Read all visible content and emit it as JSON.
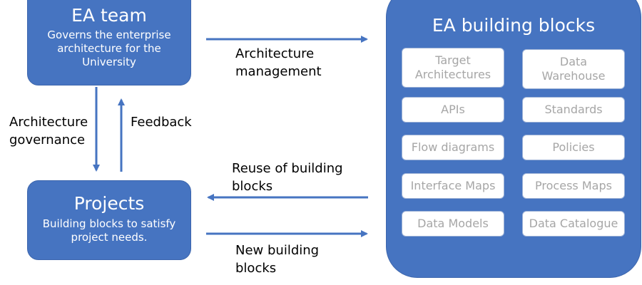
{
  "ea_team": {
    "title": "EA team",
    "description_lines": [
      "Governs the enterprise",
      "architecture for the",
      "University"
    ]
  },
  "projects": {
    "title": "Projects",
    "description_lines": [
      "Building blocks to satisfy",
      "project needs."
    ]
  },
  "ea_building_blocks": {
    "title": "EA building blocks",
    "blocks": [
      {
        "lines": [
          "Target",
          "Architectures"
        ]
      },
      {
        "lines": [
          "Data",
          "Warehouse"
        ]
      },
      {
        "lines": [
          "APIs"
        ]
      },
      {
        "lines": [
          "Standards"
        ]
      },
      {
        "lines": [
          "Flow diagrams"
        ]
      },
      {
        "lines": [
          "Policies"
        ]
      },
      {
        "lines": [
          "Interface Maps"
        ]
      },
      {
        "lines": [
          "Process Maps"
        ]
      },
      {
        "lines": [
          "Data Models"
        ]
      },
      {
        "lines": [
          "Data Catalogue"
        ]
      }
    ]
  },
  "connectors": {
    "architecture_management": [
      "Architecture",
      "management"
    ],
    "architecture_governance": [
      "Architecture",
      "governance"
    ],
    "feedback": "Feedback",
    "reuse_of_building_blocks": [
      "Reuse of building",
      "blocks"
    ],
    "new_building_blocks": [
      "New building",
      "blocks"
    ]
  },
  "colors": {
    "box_fill": "#4674c1",
    "arrow": "#4674c1",
    "block_text": "#a6a6a6"
  }
}
